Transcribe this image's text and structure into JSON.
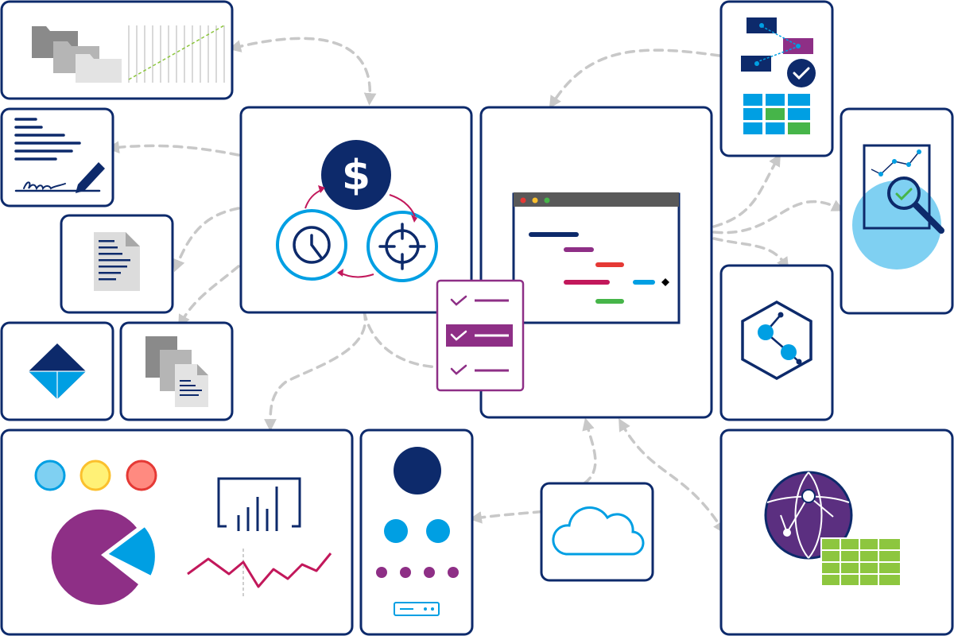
{
  "diagram": {
    "dollar_symbol": "$",
    "colors": {
      "navy": "#0d2a6b",
      "frame": "#0d2a6b",
      "connector": "#c8c8c8",
      "cyan": "#009fe3",
      "light_blue": "#7fd0f2",
      "magenta": "#c2185b",
      "purple": "#8e2f86",
      "red": "#e53935",
      "green": "#46b549",
      "lime": "#8dc63f",
      "yellow": "#fff176",
      "salmon": "#ff8a80",
      "gray": "#9e9e9e"
    },
    "panels": [
      {
        "id": "data-folders",
        "icon": "folder-stack-icon"
      },
      {
        "id": "signed-document",
        "icon": "signature-icon"
      },
      {
        "id": "document",
        "icon": "document-icon"
      },
      {
        "id": "diamond-logo",
        "icon": "diamond-icon"
      },
      {
        "id": "copies",
        "icon": "document-copies-icon"
      },
      {
        "id": "cost-time-target",
        "icon": "dollar-cycle-icon"
      },
      {
        "id": "gantt-schedule",
        "icon": "gantt-window-icon"
      },
      {
        "id": "checklist",
        "icon": "checklist-icon"
      },
      {
        "id": "workflow-grid",
        "icon": "workflow-icon"
      },
      {
        "id": "analysis",
        "icon": "magnifier-chart-icon"
      },
      {
        "id": "network-hexagon",
        "icon": "hexagon-network-icon"
      },
      {
        "id": "charts-dashboard",
        "icon": "pie-bar-line-icon"
      },
      {
        "id": "team-org",
        "icon": "people-dots-icon"
      },
      {
        "id": "cloud",
        "icon": "cloud-icon"
      },
      {
        "id": "global-data",
        "icon": "globe-table-icon"
      }
    ]
  }
}
